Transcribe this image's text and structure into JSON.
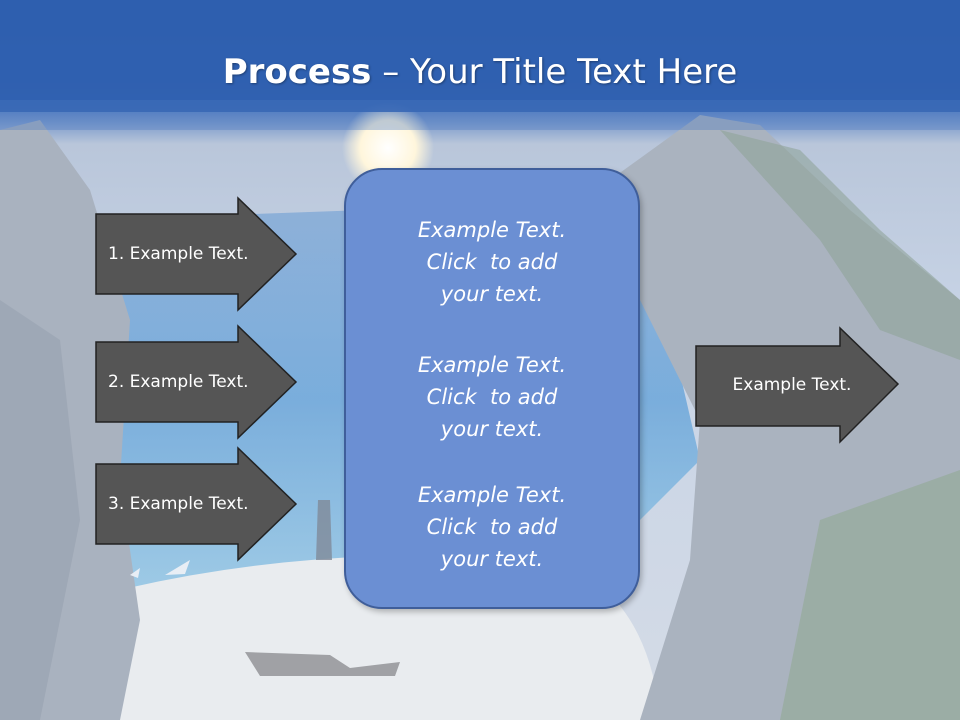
{
  "slide": {
    "title_bold": "Process",
    "title_rest": " – Your Title Text Here"
  },
  "left_arrows": [
    {
      "label": "1. Example Text."
    },
    {
      "label": "2. Example Text."
    },
    {
      "label": "3. Example Text."
    }
  ],
  "center_box": {
    "paragraphs": [
      {
        "lines": [
          "Example Text.",
          "Click  to add",
          "your text."
        ]
      },
      {
        "lines": [
          "Example Text.",
          "Click  to add",
          "your text."
        ]
      },
      {
        "lines": [
          "Example Text.",
          "Click  to add",
          "your text."
        ]
      }
    ]
  },
  "right_arrow": {
    "label": "Example Text."
  },
  "colors": {
    "arrow_fill": "#555555",
    "box_fill": "#6b8fd3",
    "title_band": "#2f5faf"
  }
}
